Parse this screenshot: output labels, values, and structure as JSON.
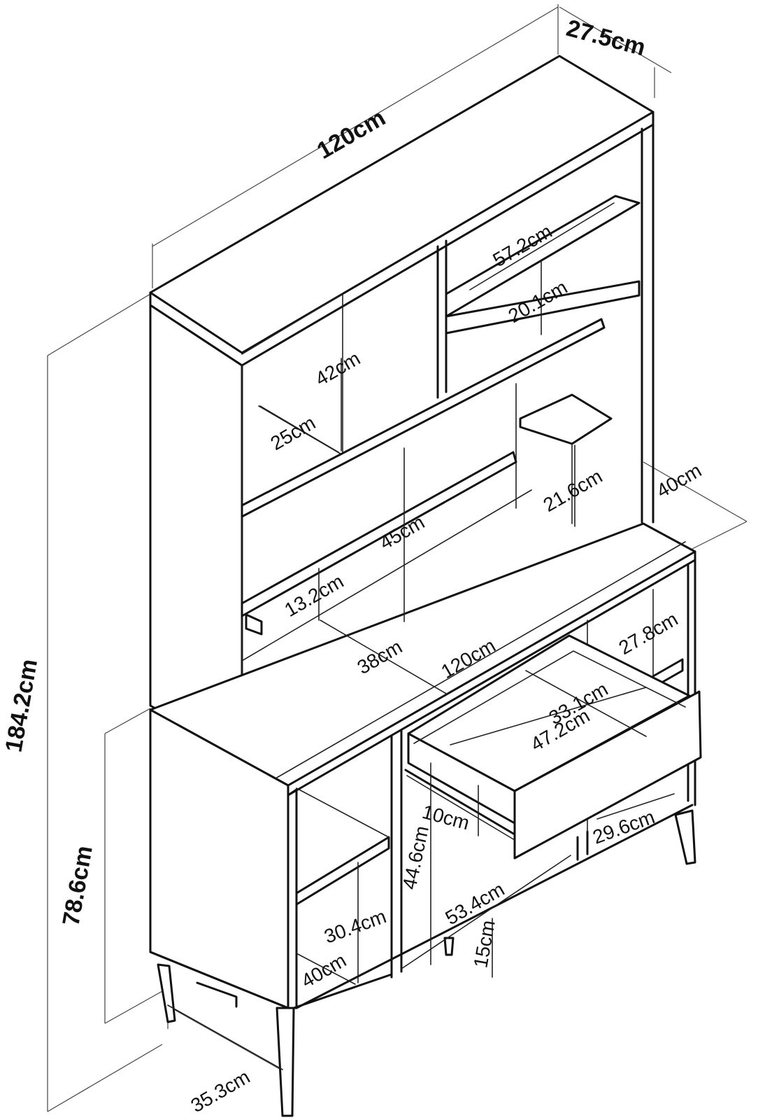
{
  "colors": {
    "stroke": "#111111",
    "background": "#ffffff"
  },
  "dimensions": {
    "total_width": "120cm",
    "top_depth": "27.5cm",
    "total_height": "184.2cm",
    "desk_height": "78.6cm",
    "compartment_height_upper_left": "42cm",
    "compartment_depth_upper_left": "25cm",
    "upper_right_shelf_width": "57.2cm",
    "upper_right_shelf_height": "20.1cm",
    "side_shelf_height": "21.6cm",
    "desk_depth": "40cm",
    "hutch_opening_height": "45cm",
    "lower_shelf_clearance": "13.2cm",
    "desk_inner_depth": "38cm",
    "desk_width": "120cm",
    "right_niche_height": "27.8cm",
    "drawer_inner_depth": "33.1cm",
    "drawer_width": "47.2cm",
    "drawer_height": "10cm",
    "bottom_right_niche_width": "29.6cm",
    "middle_compartment_height": "44.6cm",
    "left_cabinet_shelf_height": "30.4cm",
    "left_cabinet_depth": "40cm",
    "bottom_opening_width": "53.4cm",
    "leg_height": "15cm",
    "leg_depth": "35.3cm"
  }
}
